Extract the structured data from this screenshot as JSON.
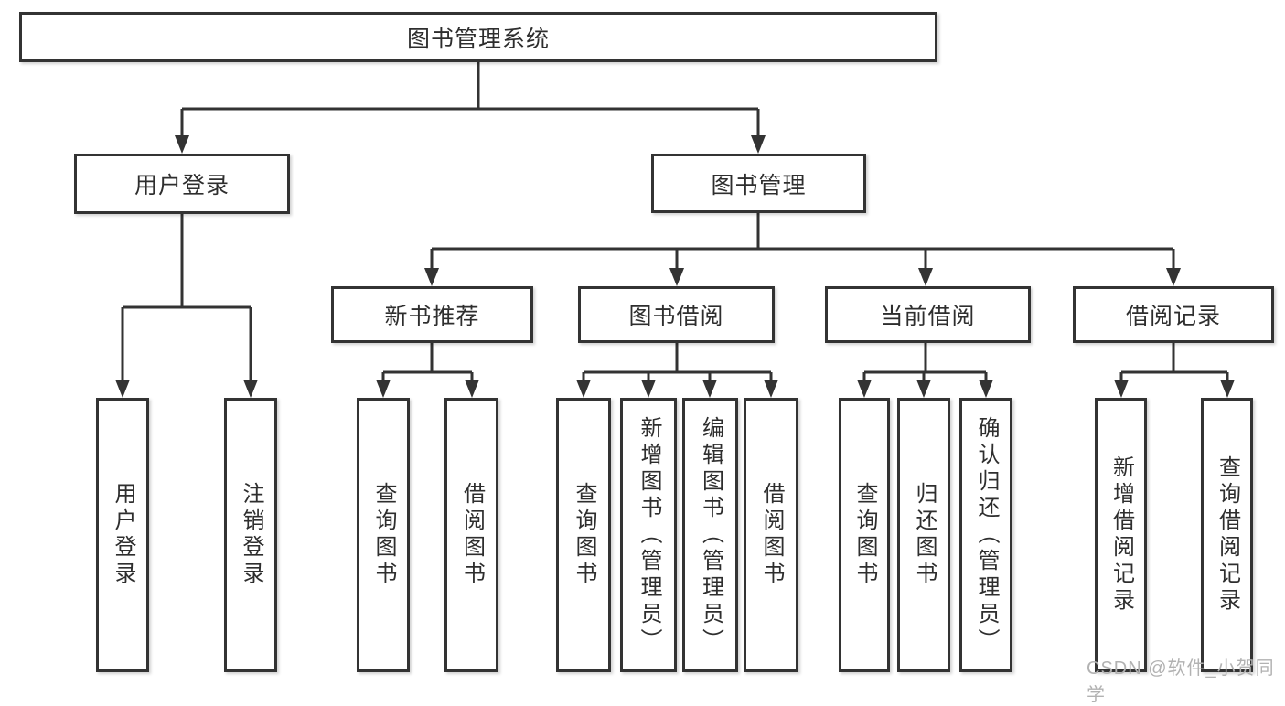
{
  "colors": {
    "line": "#333333",
    "text": "#2e2e2e",
    "background": "#ffffff",
    "watermark": "#b2b2b2"
  },
  "watermark": "CSDN @软件_小贺同学",
  "nodes": {
    "root": "图书管理系统",
    "user_login": "用户登录",
    "book_mgmt": "图书管理",
    "new_book_rec": "新书推荐",
    "book_borrow": "图书借阅",
    "current_borrow": "当前借阅",
    "borrow_records": "借阅记录",
    "leaf_user_login": "用户登录",
    "leaf_logout": "注销登录",
    "leaf_nb_query": "查询图书",
    "leaf_nb_borrow": "借阅图书",
    "leaf_bb_query": "查询图书",
    "leaf_bb_add": "新增图书（管理员）",
    "leaf_bb_edit": "编辑图书（管理员）",
    "leaf_bb_borrow": "借阅图书",
    "leaf_cb_query": "查询图书",
    "leaf_cb_return": "归还图书",
    "leaf_cb_confirm": "确认归还（管理员）",
    "leaf_br_add": "新增借阅记录",
    "leaf_br_query": "查询借阅记录"
  }
}
